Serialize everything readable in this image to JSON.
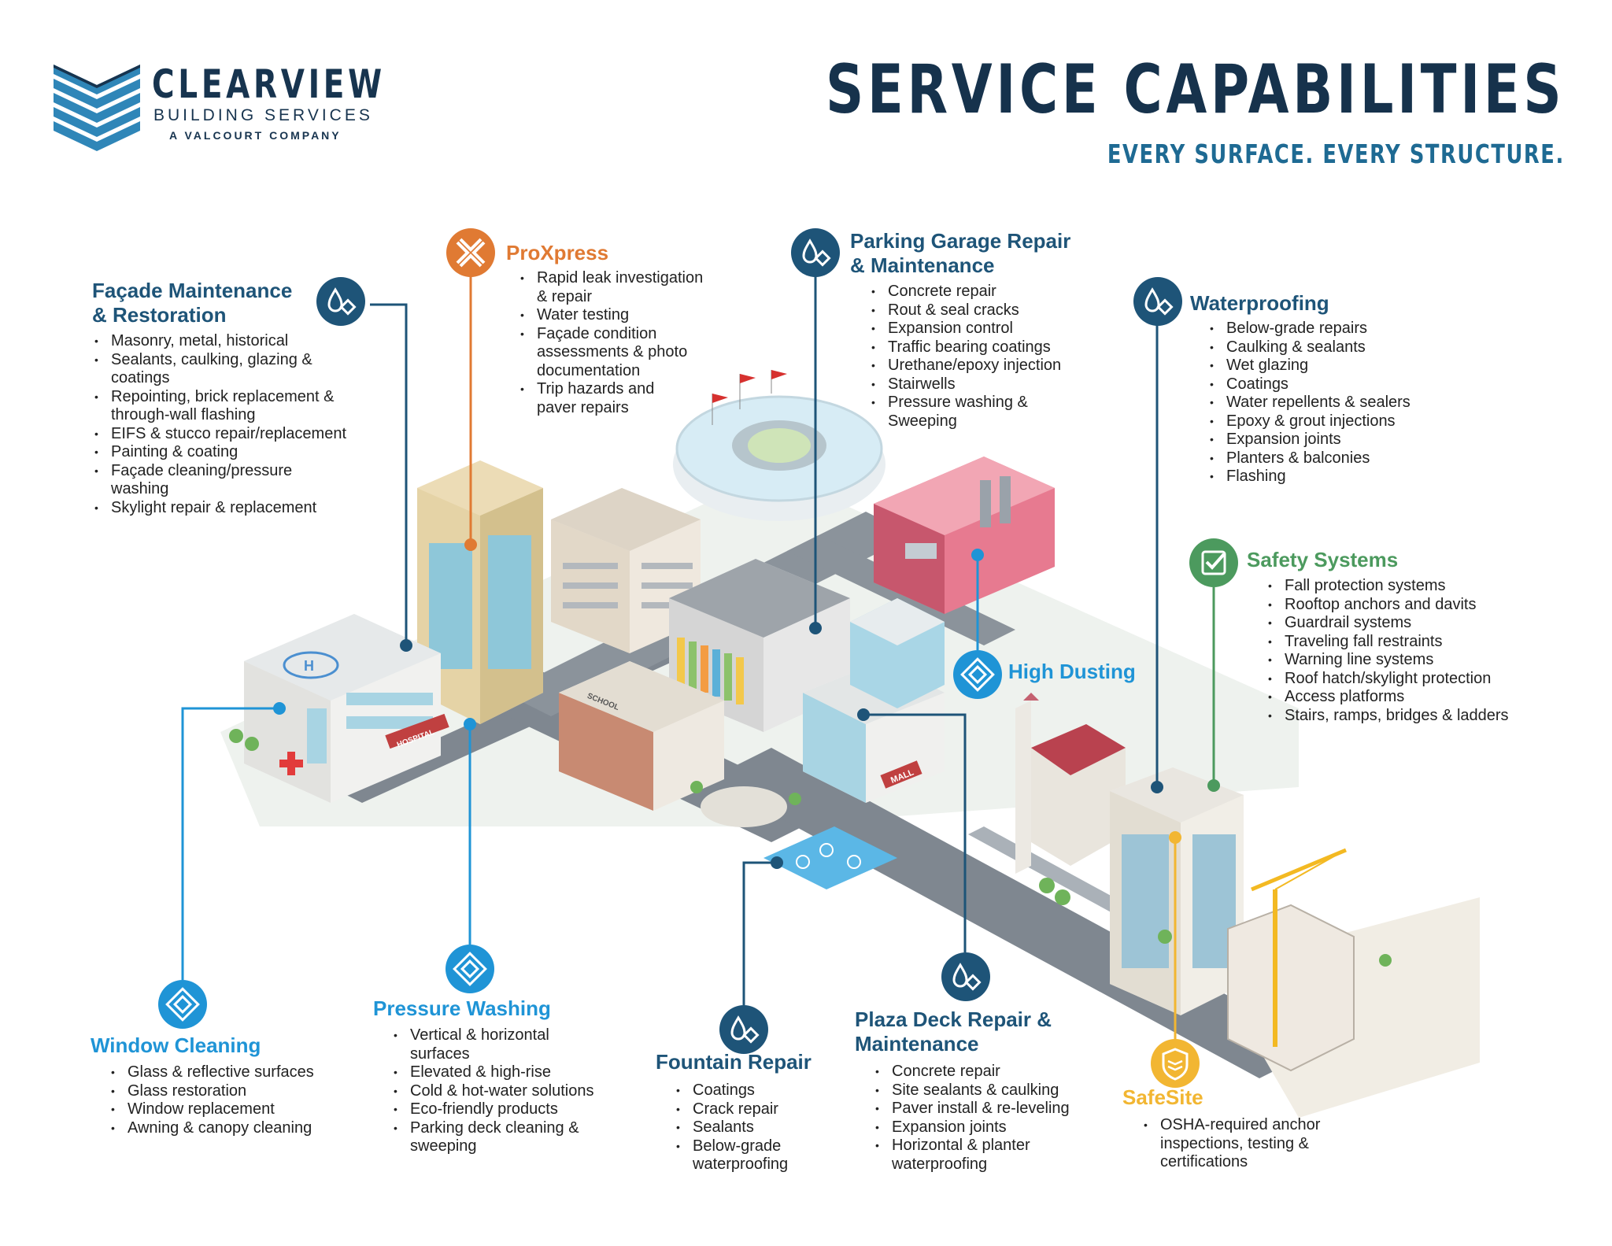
{
  "brand": {
    "name": "CLEARVIEW",
    "subtitle": "BUILDING SERVICES",
    "tagline": "A VALCOURT COMPANY"
  },
  "header": {
    "title": "SERVICE CAPABILITIES",
    "subtitle": "EVERY SURFACE. EVERY STRUCTURE."
  },
  "colors": {
    "navy": "#1e5478",
    "orange": "#e07a33",
    "green": "#4c9a5e",
    "cyan": "#1f94d6",
    "gold": "#f2b632"
  },
  "services": {
    "facade": {
      "icon": "water-drop-diamond-icon",
      "title_line1": "Façade Maintenance",
      "title_line2": "& Restoration",
      "items": [
        "Masonry, metal, historical",
        "Sealants, caulking, glazing &",
        "coatings",
        "Repointing, brick replacement &",
        "through-wall flashing",
        "EIFS & stucco repair/replacement",
        "Painting & coating",
        "Façade cleaning/pressure",
        "washing",
        "Skylight repair & replacement"
      ]
    },
    "proxpress": {
      "icon": "proxpress-x-icon",
      "title": "ProXpress",
      "items": [
        "Rapid leak investigation",
        "& repair",
        "Water testing",
        "Façade condition",
        "assessments & photo",
        "documentation",
        "Trip hazards and",
        "paver repairs"
      ]
    },
    "parking": {
      "icon": "water-drop-diamond-icon",
      "title_line1": "Parking Garage Repair",
      "title_line2": "& Maintenance",
      "items": [
        "Concrete repair",
        "Rout & seal cracks",
        "Expansion control",
        "Traffic bearing coatings",
        "Urethane/epoxy injection",
        "Stairwells",
        "Pressure washing &",
        "Sweeping"
      ]
    },
    "waterproofing": {
      "icon": "water-drop-diamond-icon",
      "title": "Waterproofing",
      "items": [
        "Below-grade repairs",
        "Caulking & sealants",
        "Wet glazing",
        "Coatings",
        "Water repellents & sealers",
        "Epoxy & grout injections",
        "Expansion joints",
        "Planters & balconies",
        "Flashing"
      ]
    },
    "safety": {
      "icon": "shield-check-icon",
      "title": "Safety Systems",
      "items": [
        "Fall protection systems",
        "Rooftop anchors and davits",
        "Guardrail systems",
        "Traveling fall restraints",
        "Warning line systems",
        "Roof hatch/skylight protection",
        "Access platforms",
        "Stairs, ramps, bridges & ladders"
      ]
    },
    "high_dusting": {
      "icon": "diamond-emblem-icon",
      "title": "High Dusting"
    },
    "window": {
      "icon": "diamond-emblem-icon",
      "title": "Window Cleaning",
      "items": [
        "Glass & reflective surfaces",
        "Glass restoration",
        "Window replacement",
        "Awning & canopy cleaning"
      ]
    },
    "pressure": {
      "icon": "diamond-emblem-icon",
      "title": "Pressure Washing",
      "items": [
        "Vertical & horizontal",
        "surfaces",
        "Elevated & high-rise",
        "Cold & hot-water solutions",
        "Eco-friendly products",
        "Parking deck cleaning &",
        "sweeping"
      ]
    },
    "fountain": {
      "icon": "water-drop-diamond-icon",
      "title": "Fountain Repair",
      "items": [
        "Coatings",
        "Crack repair",
        "Sealants",
        "Below-grade",
        "waterproofing"
      ]
    },
    "plaza": {
      "icon": "water-drop-diamond-icon",
      "title_line1": "Plaza Deck Repair &",
      "title_line2": "Maintenance",
      "items": [
        "Concrete repair",
        "Site sealants & caulking",
        "Paver install & re-leveling",
        "Expansion joints",
        "Horizontal & planter",
        "waterproofing"
      ]
    },
    "safesite": {
      "icon": "safesite-shield-icon",
      "title": "SafeSite",
      "items": [
        "OSHA-required anchor",
        "inspections, testing &",
        "certifications"
      ]
    }
  },
  "illustration": {
    "building_signs": [
      "HOSPITAL",
      "SCHOOL",
      "MALL",
      "H"
    ]
  }
}
